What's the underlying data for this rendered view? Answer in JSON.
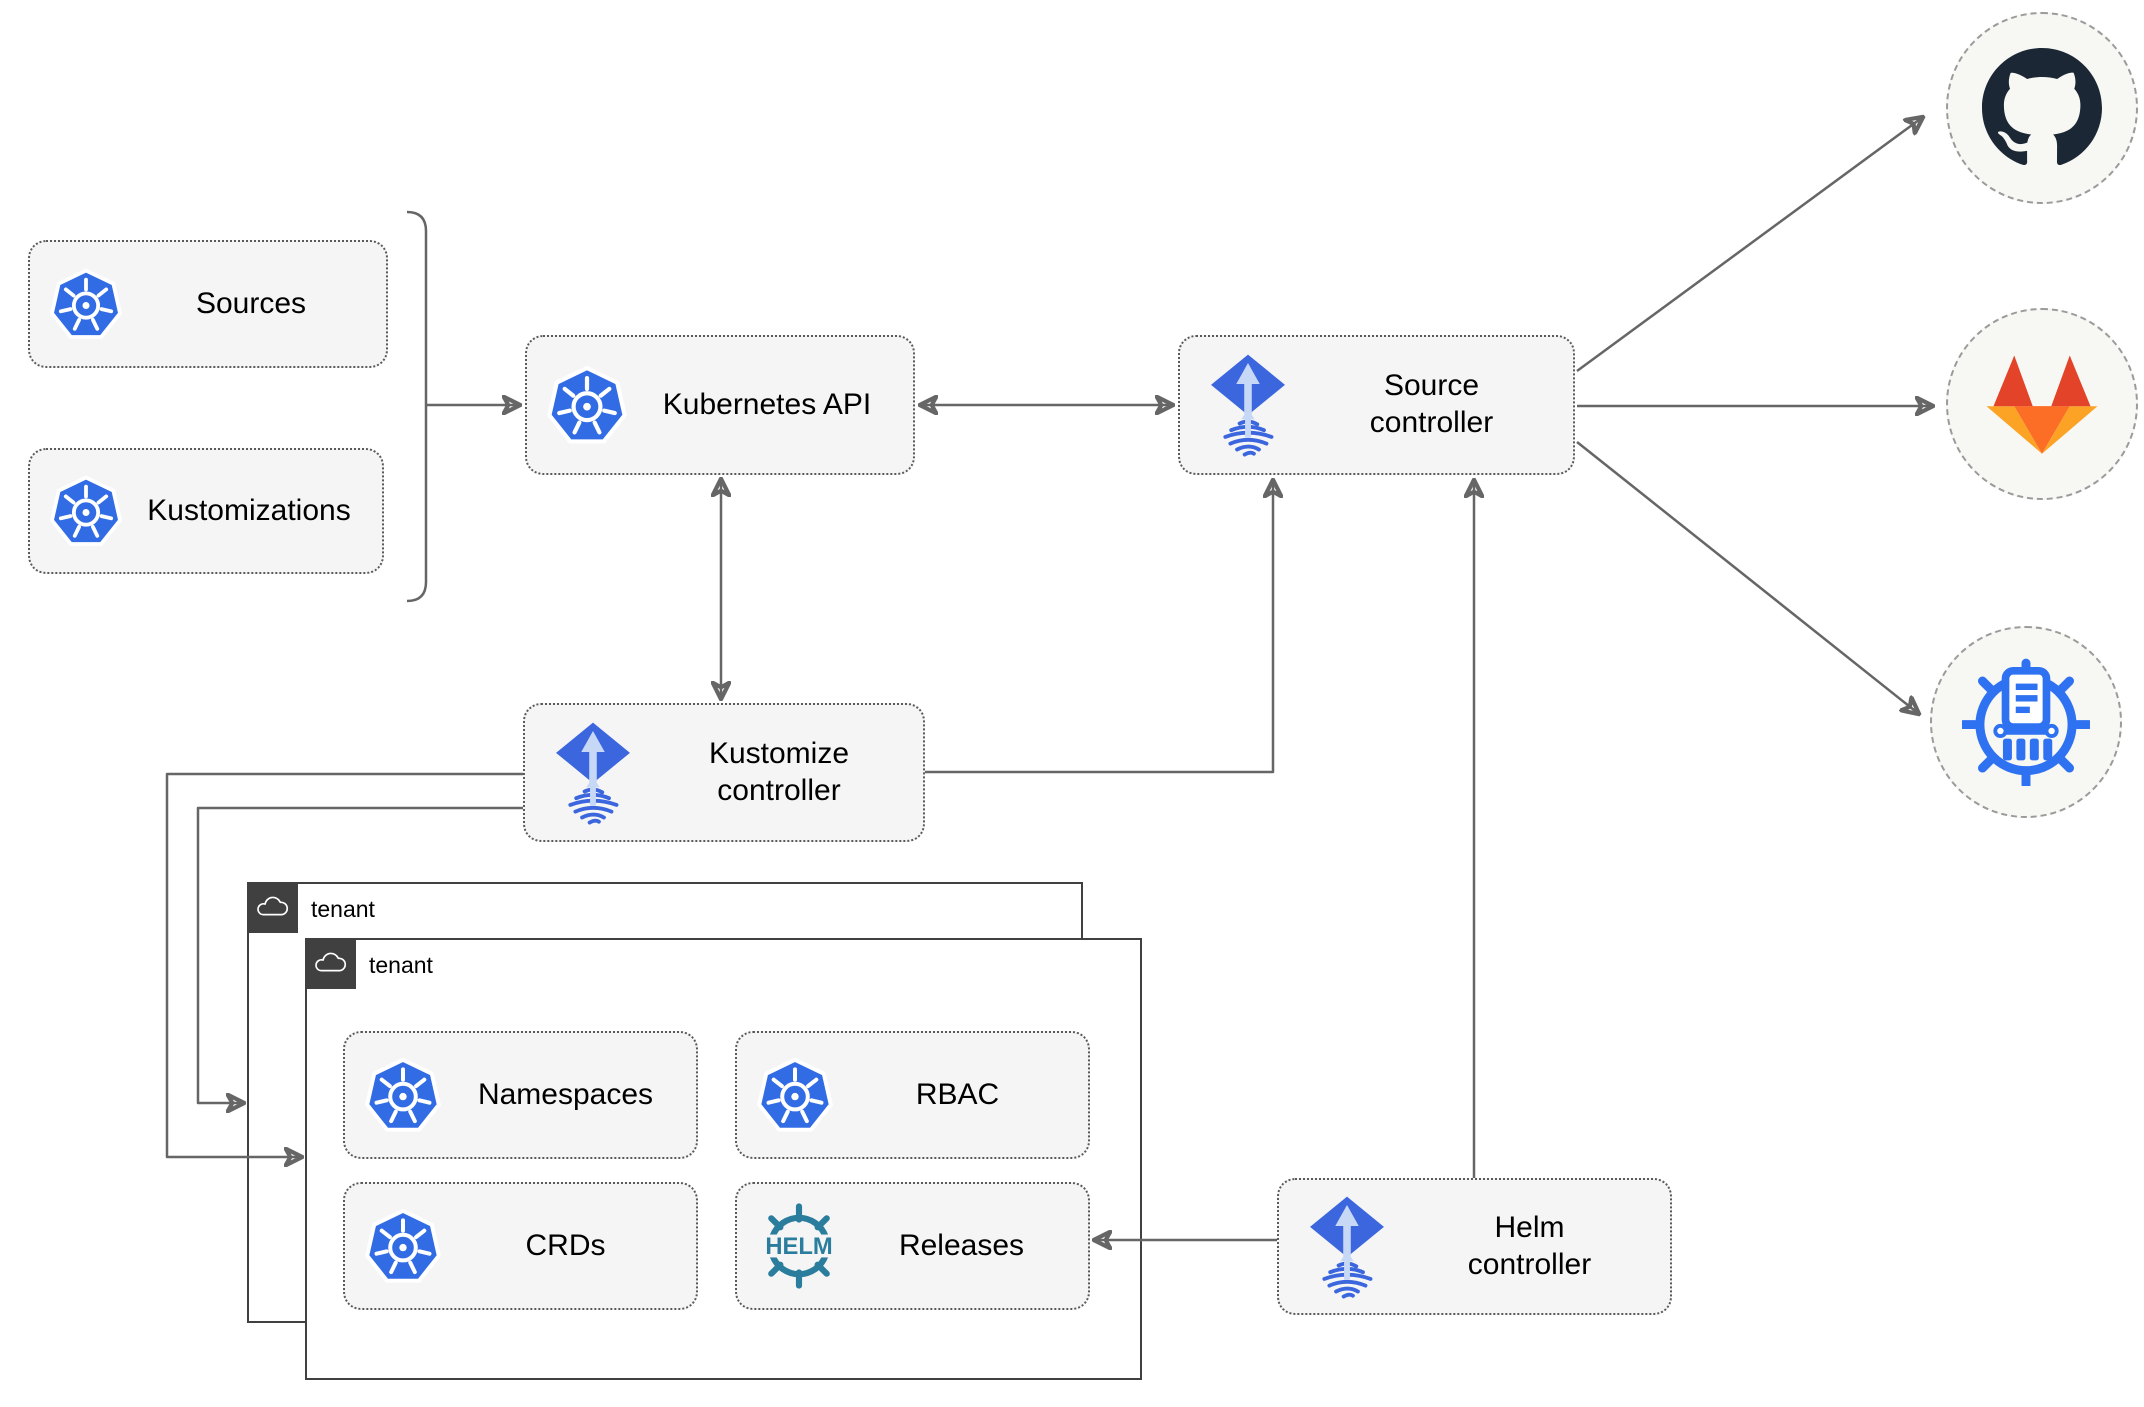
{
  "colors": {
    "line": "#666666",
    "box_fill": "#f5f5f5",
    "box_border": "#5a5a5a",
    "text": "#000000",
    "k8s_blue": "#326ce5",
    "flux_blue": "#3b66de",
    "flux_arrow": "#c7d7f6",
    "helm_teal": "#2a7d9d",
    "registry_blue": "#2f72f1",
    "github_dark": "#1b2735",
    "gitlab_red": "#e24329",
    "gitlab_mid": "#fc6d26",
    "gitlab_light": "#fca326",
    "circle_fill": "#f7f7f3",
    "circle_border": "#9b9b9b",
    "tenant_border": "#404040",
    "tenant_label_bg": "#404040"
  },
  "nodes": {
    "sources": {
      "label": "Sources",
      "icon": "kubernetes"
    },
    "kustomizations": {
      "label": "Kustomizations",
      "icon": "kubernetes"
    },
    "kubernetes_api": {
      "label": "Kubernetes API",
      "icon": "kubernetes"
    },
    "source_controller": {
      "label": "Source controller",
      "icon": "flux"
    },
    "kustomize_controller": {
      "label": "Kustomize controller",
      "icon": "flux"
    },
    "helm_controller": {
      "label": "Helm controller",
      "icon": "flux"
    },
    "namespaces": {
      "label": "Namespaces",
      "icon": "kubernetes"
    },
    "rbac": {
      "label": "RBAC",
      "icon": "kubernetes"
    },
    "crds": {
      "label": "CRDs",
      "icon": "kubernetes"
    },
    "releases": {
      "label": "Releases",
      "icon": "helm"
    }
  },
  "tenants": [
    {
      "label": "tenant",
      "icon": "cloud"
    },
    {
      "label": "tenant",
      "icon": "cloud"
    }
  ],
  "externals": [
    {
      "name": "github",
      "icon": "github-icon"
    },
    {
      "name": "gitlab",
      "icon": "gitlab-icon"
    },
    {
      "name": "container-registry",
      "icon": "container-registry-icon"
    }
  ],
  "helm_wheel_text": "HELM"
}
